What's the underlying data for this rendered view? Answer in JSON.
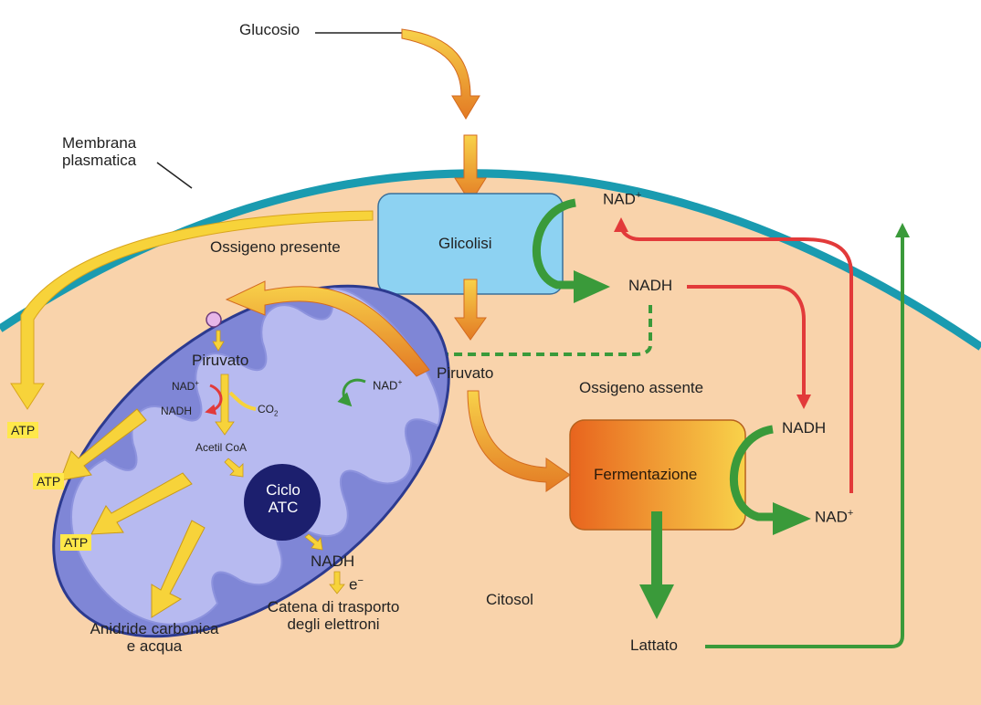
{
  "labels": {
    "glucosio": "Glucosio",
    "membrana": "Membrana",
    "plasmatica": "plasmatica",
    "glicolisi": "Glicolisi",
    "ossigeno_presente": "Ossigeno presente",
    "ossigeno_assente": "Ossigeno assente",
    "piruvato_cytosol": "Piruvato",
    "piruvato_mito": "Piruvato",
    "nad": "NAD",
    "nadh": "NADH",
    "plus": "+",
    "co": "CO",
    "two": "2",
    "acetil_coa": "Acetil CoA",
    "ciclo": "Ciclo",
    "atc": "ATC",
    "e_minus": "e",
    "minus": "−",
    "catena1": "Catena di trasporto",
    "catena2": "degli elettroni",
    "anidride1": "Anidride carbonica",
    "anidride2": "e acqua",
    "atp": "ATP",
    "fermentazione": "Fermentazione",
    "lattato": "Lattato",
    "citosol": "Citosol"
  },
  "colors": {
    "cytosol": "#f9d3ab",
    "membrane": "#1a9bb0",
    "mitochondrion": "#7f86d6",
    "mito_edge": "#2c3a8f",
    "glycolysis_box": "#8dd2f2",
    "atc_circle": "#1c1f6e",
    "arrow_yellow": "#f7d33a",
    "arrow_orange": "#e9862a",
    "arrow_red": "#e23a3a",
    "arrow_green": "#3a9a3a",
    "atp_bg": "#ffe84a"
  },
  "icons": [
    "arrow-down-icon",
    "curved-arrow-icon",
    "dashed-arrow-icon"
  ]
}
